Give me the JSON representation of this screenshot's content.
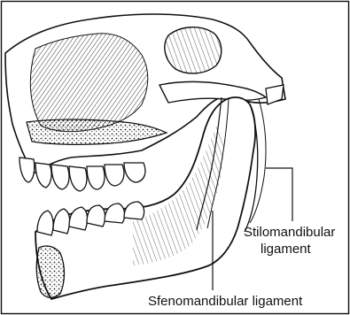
{
  "figure": {
    "labels": {
      "stilomandibular_line1": "Stilomandibular",
      "stilomandibular_line2": "ligament",
      "sfenomandibular": "Sfenomandibular ligament"
    },
    "colors": {
      "ink": "#111111",
      "background": "#ffffff",
      "bone_shade": "#e6e6e6"
    },
    "icons": {
      "skull": "skull-illustration"
    }
  }
}
